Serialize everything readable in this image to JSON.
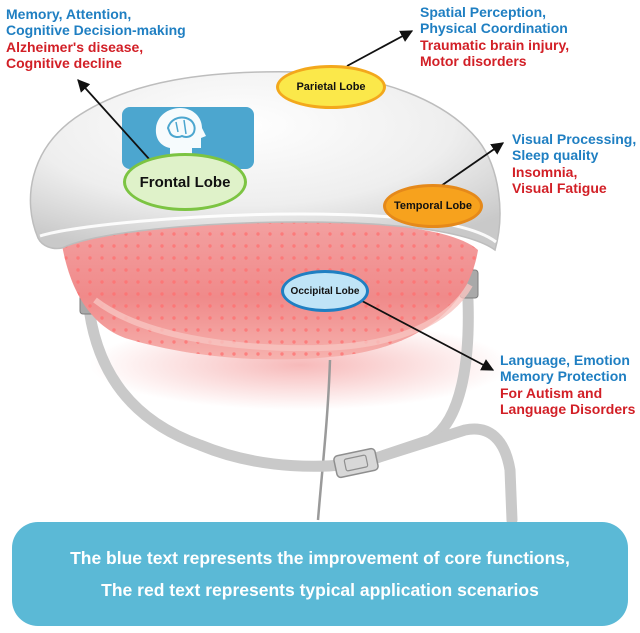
{
  "annotations": {
    "frontal": {
      "blue_lines": [
        "Memory, Attention,",
        "Cognitive Decision-making"
      ],
      "red_lines": [
        "Alzheimer's disease,",
        "Cognitive decline"
      ]
    },
    "parietal": {
      "blue_lines": [
        "Spatial Perception,",
        "Physical Coordination"
      ],
      "red_lines": [
        "Traumatic brain injury,",
        "Motor disorders"
      ]
    },
    "temporal": {
      "blue_lines": [
        "Visual Processing,",
        "Sleep quality"
      ],
      "red_lines": [
        "Insomnia,",
        "Visual Fatigue"
      ]
    },
    "occipital": {
      "blue_lines": [
        "Language, Emotion",
        "Memory Protection"
      ],
      "red_lines": [
        "For Autism and",
        "Language Disorders"
      ]
    }
  },
  "lobes": {
    "frontal": "Frontal Lobe",
    "parietal": "Parietal Lobe",
    "temporal": "Temporal Lobe",
    "occipital": "Occipital Lobe"
  },
  "banner": {
    "line1": "The blue text represents the improvement of core functions,",
    "line2": "The red text represents typical application scenarios"
  },
  "colors": {
    "blue_text": "#1f7fc2",
    "red_text": "#d21f26",
    "banner": "#5bb9d6",
    "frontal_label": "#7cc442",
    "parietal_label": "#fbe84a",
    "temporal_label": "#f7a21d",
    "occipital_label": "#1f7fc2",
    "led_glow": "#f28a8a"
  },
  "icons": [
    "head-brain-icon",
    "arrow-icon"
  ]
}
